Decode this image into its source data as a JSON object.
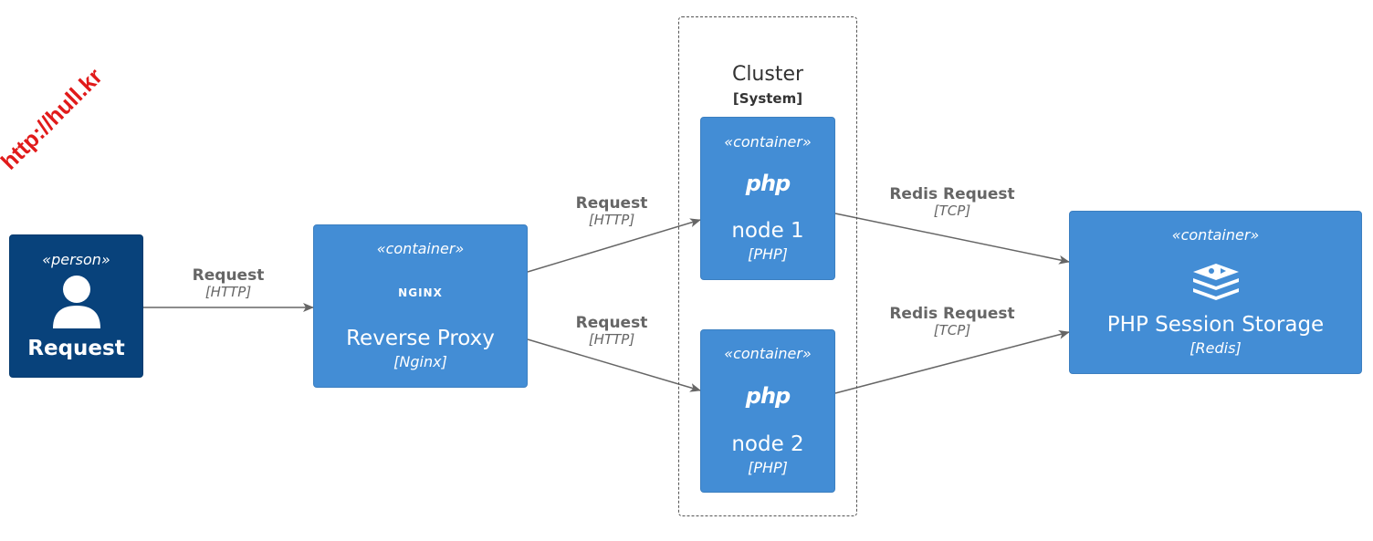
{
  "watermark": {
    "text": "http://hull.kr"
  },
  "cluster": {
    "title": "Cluster",
    "subtitle": "[System]"
  },
  "person": {
    "stereotype": "«person»",
    "name": "Request",
    "icon": "person-icon"
  },
  "proxy": {
    "stereotype": "«container»",
    "logo": "NGINX",
    "name": "Reverse Proxy",
    "tech": "[Nginx]"
  },
  "node1": {
    "stereotype": "«container»",
    "logo": "php",
    "name": "node 1",
    "tech": "[PHP]"
  },
  "node2": {
    "stereotype": "«container»",
    "logo": "php",
    "name": "node 2",
    "tech": "[PHP]"
  },
  "storage": {
    "stereotype": "«container»",
    "icon": "redis-icon",
    "name": "PHP Session Storage",
    "tech": "[Redis]"
  },
  "edges": {
    "person_proxy": {
      "label": "Request",
      "tech": "[HTTP]"
    },
    "proxy_node1": {
      "label": "Request",
      "tech": "[HTTP]"
    },
    "proxy_node2": {
      "label": "Request",
      "tech": "[HTTP]"
    },
    "node1_storage": {
      "label": "Redis Request",
      "tech": "[TCP]"
    },
    "node2_storage": {
      "label": "Redis Request",
      "tech": "[TCP]"
    }
  },
  "colors": {
    "container": "#438dd5",
    "person": "#08427b",
    "edge": "#666666",
    "watermark": "#e11a1a"
  }
}
